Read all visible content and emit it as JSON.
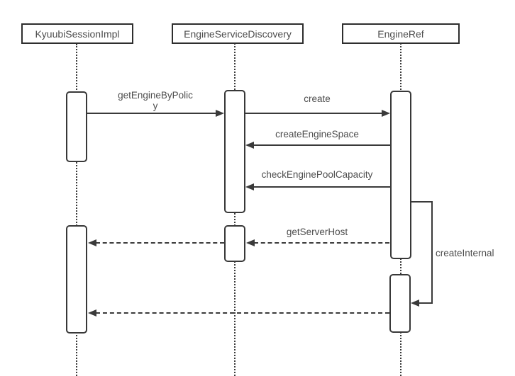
{
  "diagram": {
    "type": "uml-sequence",
    "colors": {
      "line": "#3a3a3a",
      "text": "#4d4d4d",
      "background": "#ffffff"
    },
    "actors": [
      {
        "label": "KyuubiSessionImpl"
      },
      {
        "label": "EngineServiceDiscovery"
      },
      {
        "label": "EngineRef"
      }
    ],
    "messages": [
      {
        "from": "KyuubiSessionImpl",
        "to": "EngineServiceDiscovery",
        "label": "getEngineByPolicy",
        "display_label": "getEngineByPolic\ny",
        "style": "solid-arrow"
      },
      {
        "from": "EngineServiceDiscovery",
        "to": "EngineRef",
        "label": "create",
        "style": "solid-arrow"
      },
      {
        "from": "EngineRef",
        "to": "EngineServiceDiscovery",
        "label": "createEngineSpace",
        "style": "solid-arrow"
      },
      {
        "from": "EngineRef",
        "to": "EngineServiceDiscovery",
        "label": "checkEnginePoolCapacity",
        "style": "solid-arrow"
      },
      {
        "from": "EngineRef",
        "to": "EngineServiceDiscovery",
        "label": "getServerHost",
        "style": "dashed-arrow"
      },
      {
        "from": "EngineServiceDiscovery",
        "to": "KyuubiSessionImpl",
        "label": "",
        "style": "dashed-arrow"
      },
      {
        "from": "EngineRef",
        "to": "EngineRef",
        "label": "createInternal",
        "style": "self-call"
      },
      {
        "from": "EngineRef",
        "to": "KyuubiSessionImpl",
        "label": "",
        "style": "dashed-arrow"
      }
    ]
  }
}
